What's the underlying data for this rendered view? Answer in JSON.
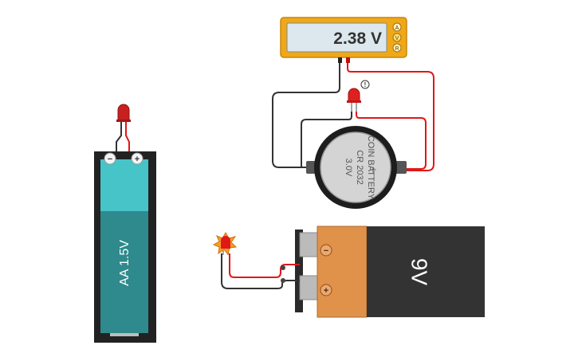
{
  "multimeter": {
    "reading": "2.38 V",
    "modes": [
      "A",
      "V",
      "R"
    ],
    "active_mode": "V"
  },
  "coin_battery": {
    "line1": "COIN BATTERY",
    "line2": "CR 2032",
    "line3": "3.0V",
    "plus": "+"
  },
  "aa_battery": {
    "label": "AA 1.5V",
    "minus": "−",
    "plus": "+"
  },
  "nine_v_battery": {
    "label": "9V",
    "minus": "−",
    "plus": "+"
  },
  "led_info": {
    "glyph": "!"
  },
  "colors": {
    "multimeter_body": "#f0a818",
    "multimeter_screen": "#dce8ee",
    "wire_red": "#e01818",
    "wire_black": "#333333",
    "led_red": "#e02020",
    "aa_top": "#46c4c8",
    "aa_bottom": "#2e8a8c",
    "nine_v_body": "#333333",
    "nine_v_label": "#e0914a"
  }
}
